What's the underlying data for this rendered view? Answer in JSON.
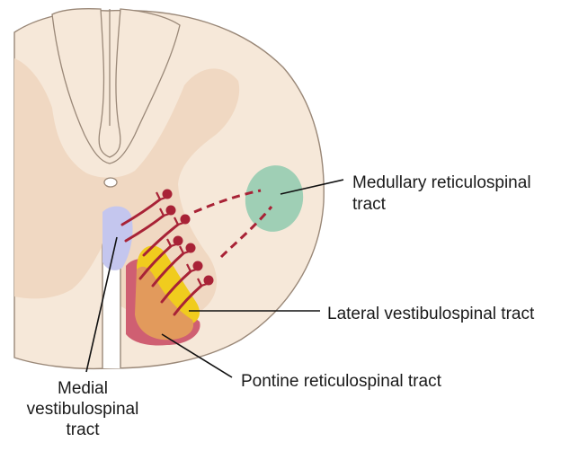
{
  "labels": {
    "medullary_line1": "Medullary reticulospinal",
    "medullary_line2": "tract",
    "lateral": "Lateral vestibulospinal tract",
    "pontine": "Pontine reticulospinal tract",
    "medial_line1": "Medial",
    "medial_line2": "vestibulospinal",
    "medial_line3": "tract"
  },
  "colors": {
    "white_matter": "#f6e8d9",
    "gray_matter": "#f0d8c2",
    "outline": "#9a8878",
    "medullary_tract": "#9fcfb5",
    "medial_tract": "#c4c6ee",
    "lateral_tract": "#f0cc1e",
    "pontine_tract": "#cf5f72",
    "overlap_tract": "#e29a5c",
    "neuron": "#a82236",
    "leader_line": "#111111"
  }
}
